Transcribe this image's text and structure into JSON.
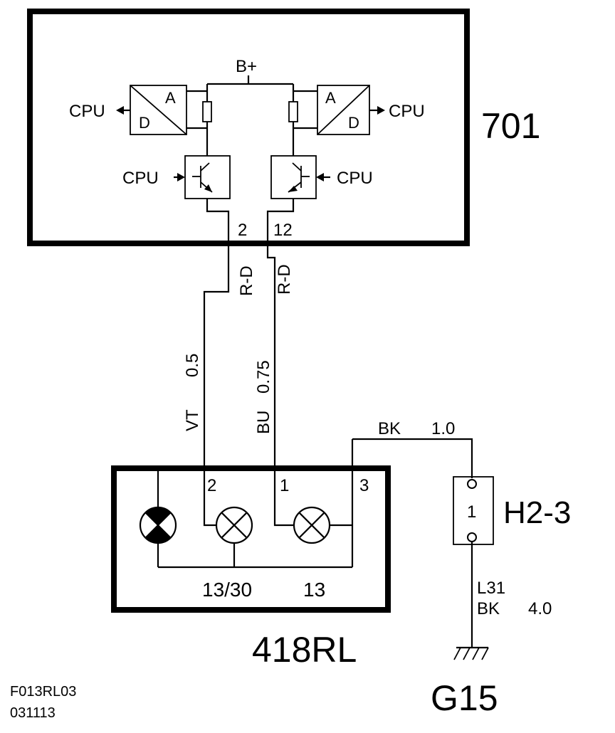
{
  "components": {
    "module": {
      "id": "701",
      "supply": "B+",
      "cpu_label": "CPU",
      "adc_a": "A",
      "adc_d": "D",
      "pins": [
        "2",
        "12"
      ]
    },
    "lamp": {
      "id": "418RL",
      "pins": [
        "2",
        "1",
        "3"
      ],
      "functions": [
        "13/30",
        "13"
      ]
    },
    "connector": {
      "id": "H2-3",
      "pin": "1"
    },
    "ground": {
      "id": "G15"
    }
  },
  "wires": {
    "w2": {
      "connector": "R-D",
      "color": "VT",
      "size": "0.5"
    },
    "w12": {
      "connector": "R-D",
      "color": "BU",
      "size": "0.75"
    },
    "w_bk": {
      "color": "BK",
      "size": "1.0"
    },
    "w_ground": {
      "line": "L31",
      "color": "BK",
      "size": "4.0"
    }
  },
  "footer": {
    "code": "F013RL03",
    "date": "031113"
  }
}
